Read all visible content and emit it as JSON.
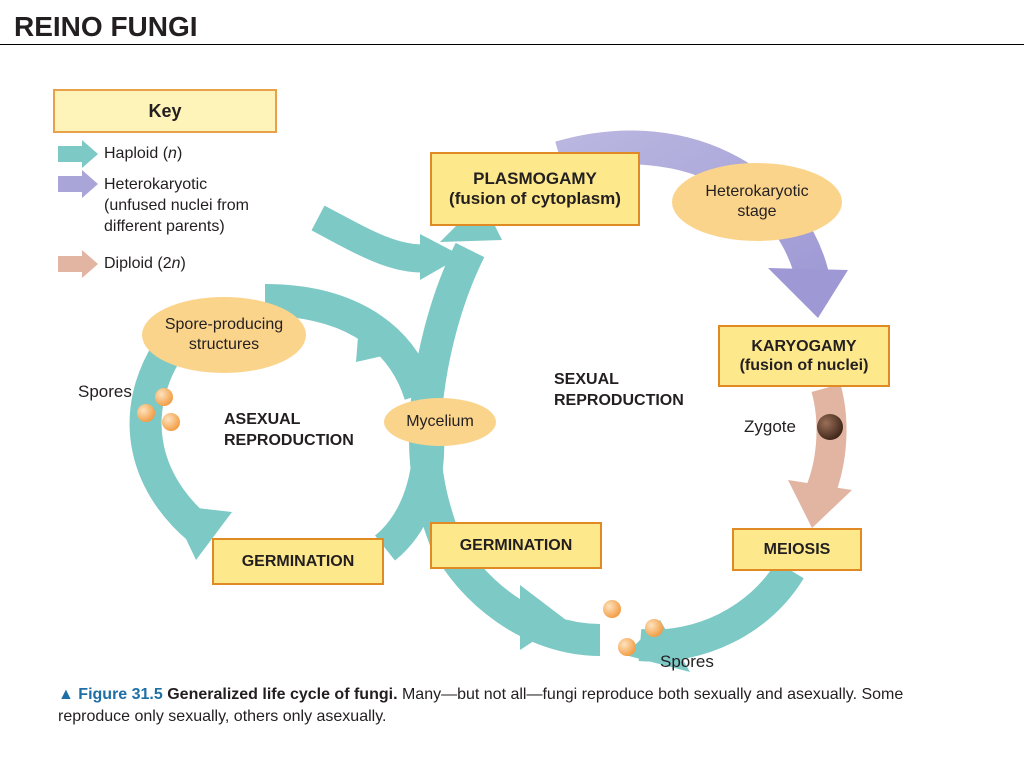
{
  "page": {
    "title": "REINO FUNGI"
  },
  "key": {
    "title": "Key",
    "haploid": {
      "label": "Haploid (",
      "italic": "n",
      "close": ")",
      "color": "#7cc9c5"
    },
    "heterokaryotic": {
      "line1": "Heterokaryotic",
      "line2": "(unfused nuclei from",
      "line3": "different parents)",
      "color": "#a9a5d8"
    },
    "diploid": {
      "label": "Diploid (2",
      "italic": "n",
      "close": ")",
      "color": "#e2b4a2"
    }
  },
  "stages": {
    "plasmogamy": {
      "line1": "PLASMOGAMY",
      "line2": "(fusion of cytoplasm)"
    },
    "heterokaryotic_stage": {
      "line1": "Heterokaryotic",
      "line2": "stage"
    },
    "karyogamy": {
      "line1": "KARYOGAMY",
      "line2": "(fusion of nuclei)"
    },
    "zygote": "Zygote",
    "meiosis": "MEIOSIS",
    "germination_sexual": "GERMINATION",
    "germination_asexual": "GERMINATION",
    "mycelium": "Mycelium",
    "spore_structures": {
      "line1": "Spore-producing",
      "line2": "structures"
    },
    "spores_asexual": "Spores",
    "spores_sexual": "Spores",
    "sexual_reproduction": {
      "line1": "SEXUAL",
      "line2": "REPRODUCTION"
    },
    "asexual_reproduction": {
      "line1": "ASEXUAL",
      "line2": "REPRODUCTION"
    }
  },
  "caption": {
    "marker": "▲",
    "figure": "Figure 31.5",
    "bold": "Generalized life cycle of fungi.",
    "text": " Many—but not all—fungi reproduce both sexually and asexually. Some reproduce only sexually, others only asexually."
  },
  "colors": {
    "haploid": "#7cc9c5",
    "heterokaryotic": "#a9a5d8",
    "diploid": "#e2b4a2",
    "box_fill": "#fde98c",
    "box_border": "#e08a23",
    "oval_fill": "#fbd48c",
    "spore": "#f7a24a",
    "zygote": "#5a3b2a"
  }
}
